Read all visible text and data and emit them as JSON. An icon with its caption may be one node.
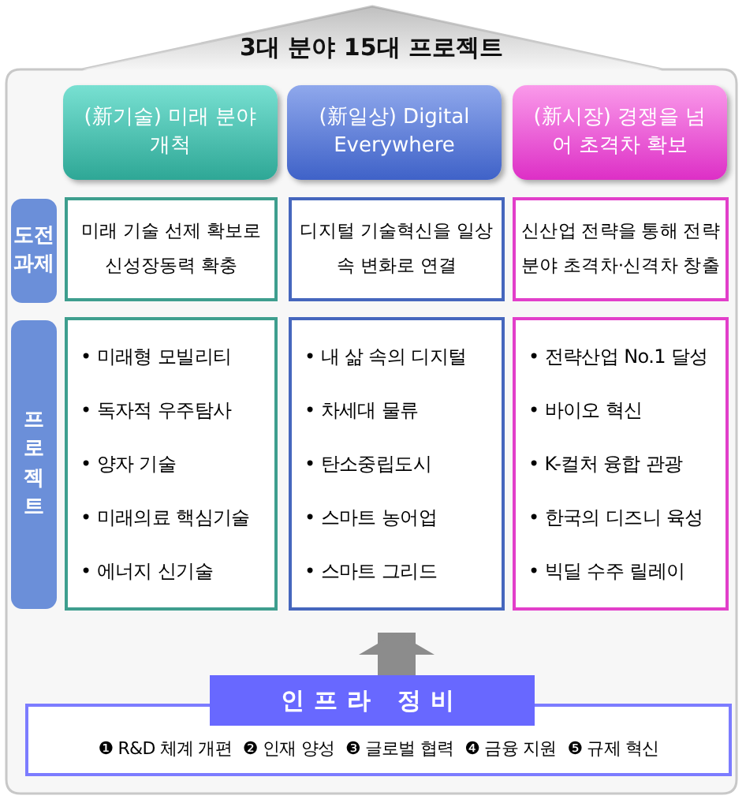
{
  "diagram": {
    "nodes": [
      {
        "text": [
          "3대 분야 15대 프로젝트"
        ]
      },
      {
        "text": [
          "(新기술) 미래 분야 개척"
        ],
        "in": 0
      },
      {
        "text": [
          "(新일상) Digital Everywhere"
        ],
        "in": 0
      },
      {
        "text": [
          "(新시장) 경쟁을 넘어 초격차 확보"
        ],
        "in": 0
      },
      {
        "text": [
          "도전 과제"
        ],
        "in": 0
      },
      {
        "text": [
          "미래 기술 선제 확보로 신성장동력 확충"
        ],
        "in": 0
      },
      {
        "text": [
          "디지털 기술혁신을 일상 속 변화로 연결"
        ],
        "in": 0
      },
      {
        "text": [
          "신산업 전략을 통해 전략분야 초격차·신격차 창출"
        ],
        "in": 0
      },
      {
        "text": [
          "프로젝트"
        ],
        "in": 0
      },
      {
        "text": [
          "• 미래형 모빌리티",
          "• 독자적 우주탐사",
          "• 양자 기술",
          "• 미래의료 핵심기술",
          "• 에너지 신기술"
        ],
        "in": 0
      },
      {
        "text": [
          "• 내 삶 속의 디지털",
          "• 차세대 물류",
          "• 탄소중립도시",
          "• 스마트 농어업",
          "• 스마트 그리드"
        ],
        "in": 0
      },
      {
        "text": [
          "• 전략산업 No.1 달성",
          "• 바이오 혁신",
          "• K-컬처 융합 관광",
          "• 한국의 디즈니 육성",
          "• 빅딜 수주 릴레이"
        ],
        "in": 0
      },
      {
        "text": [
          "인프라 정비"
        ],
        "in": 0
      },
      {
        "text": [
          "❶ R&D 체계 개편",
          "❷ 인재 양성",
          "❸ 글로벌 협력",
          "❹ 금융 지원",
          "❺ 규제 혁신"
        ],
        "in": 0
      }
    ],
    "edges": [
      {
        "from": 12,
        "to": 10,
        "arrow": "to"
      }
    ]
  }
}
